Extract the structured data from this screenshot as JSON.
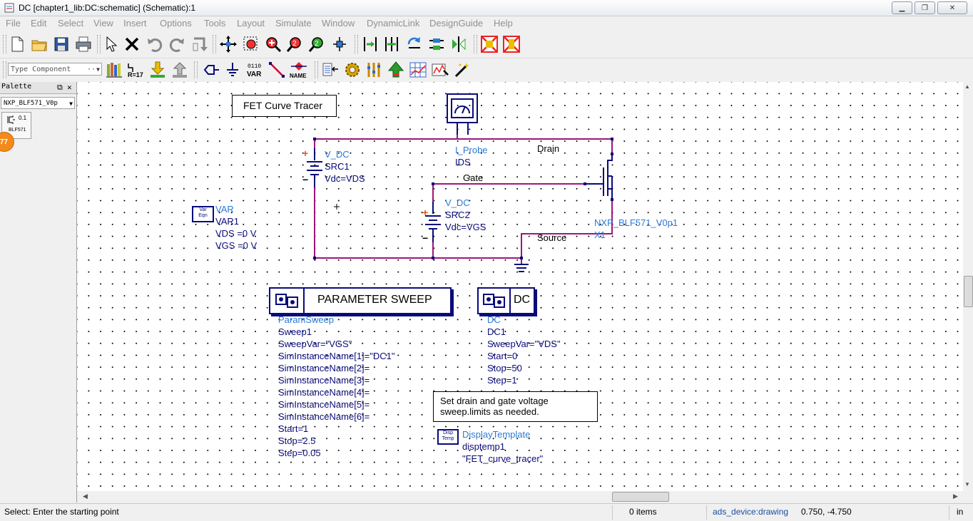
{
  "window": {
    "title": "DC [chapter1_lib:DC:schematic] (Schematic):1",
    "min_glyph": "▁",
    "max_glyph": "❐",
    "close_glyph": "✕"
  },
  "menu": [
    "File",
    "Edit",
    "Select",
    "View",
    "Insert",
    "Options",
    "Tools",
    "Layout",
    "Simulate",
    "Window",
    "DynamicLink",
    "DesignGuide",
    "Help"
  ],
  "toolbar": {
    "type_component_placeholder": "Type Component",
    "type_component_more": "···",
    "r_label": "R=17",
    "var_label": "VAR",
    "bits_label": "0110",
    "name_label": "NAME"
  },
  "palette": {
    "title": "Palette",
    "float_glyph": "⧉",
    "close_glyph": "✕",
    "library": "NXP_BLF571_V0p",
    "item_value": "0.1",
    "item_label": "BLF571",
    "badge": "77"
  },
  "schematic": {
    "title_note": "FET Curve Tracer",
    "vdc1": {
      "type": "V_DC",
      "name": "SRC1",
      "param": "Vdc=VDS",
      "plus": "+",
      "minus": "−"
    },
    "vdc2": {
      "type": "V_DC",
      "name": "SRC2",
      "param": "Vdc=VGS",
      "plus": "+",
      "minus": "−"
    },
    "probe": {
      "type": "I_Probe",
      "name": "IDS"
    },
    "net_drain": "Drain",
    "net_gate": "Gate",
    "net_source": "Source",
    "fet": {
      "model": "NXP_BLF571_V0p1",
      "name": "X1"
    },
    "var": {
      "icon_top": "Var",
      "icon_bottom": "Eqn",
      "type": "VAR",
      "name": "VAR1",
      "lines": [
        "VDS =0 V",
        "VGS =0 V"
      ]
    },
    "sweep": {
      "banner": "PARAMETER SWEEP",
      "type": "ParamSweep",
      "lines": [
        "Sweep1",
        "SweepVar=\"VGS\"",
        "SimInstanceName[1]=\"DC1\"",
        "SimInstanceName[2]=",
        "SimInstanceName[3]=",
        "SimInstanceName[4]=",
        "SimInstanceName[5]=",
        "SimInstanceName[6]=",
        "Start=1",
        "Stop=2.5",
        "Step=0.05"
      ]
    },
    "dc": {
      "banner": "DC",
      "type": "DC",
      "lines": [
        "DC1",
        "SweepVar=\"VDS\"",
        "Start=0",
        "Stop=50",
        "Step=1"
      ]
    },
    "note_lines": [
      "Set drain and gate voltage",
      "sweep.limits as needed."
    ],
    "display": {
      "icon_top": "Disp",
      "icon_bottom": "Temp",
      "type": "DisplayTemplate",
      "name": "disptemp1",
      "value": "\"FET_curve_tracer\""
    }
  },
  "status": {
    "message": "Select: Enter the starting point",
    "items": "0 items",
    "layer": "ads_device:drawing",
    "coords": "0.750, -4.750",
    "units": "in"
  },
  "colors": {
    "wire": "#a0157a",
    "component": "#0a0a7a",
    "label_blue": "#2a7ad6",
    "port": "#e8540a"
  }
}
